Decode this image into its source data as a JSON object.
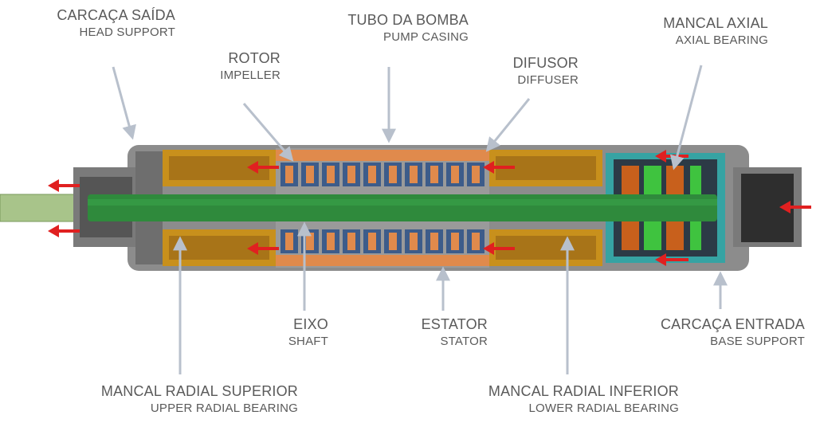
{
  "labels": {
    "head_support": {
      "pt": "CARCAÇA SAÍDA",
      "en": "HEAD SUPPORT"
    },
    "pump_casing": {
      "pt": "TUBO DA BOMBA",
      "en": "PUMP CASING"
    },
    "axial_bearing": {
      "pt": "MANCAL AXIAL",
      "en": "AXIAL BEARING"
    },
    "impeller": {
      "pt": "ROTOR",
      "en": "IMPELLER"
    },
    "diffuser": {
      "pt": "DIFUSOR",
      "en": "DIFFUSER"
    },
    "shaft": {
      "pt": "EIXO",
      "en": "SHAFT"
    },
    "stator": {
      "pt": "ESTATOR",
      "en": "STATOR"
    },
    "base_support": {
      "pt": "CARCAÇA ENTRADA",
      "en": "BASE SUPPORT"
    },
    "upper_radial_bearing": {
      "pt": "MANCAL RADIAL SUPERIOR",
      "en": "UPPER RADIAL BEARING"
    },
    "lower_radial_bearing": {
      "pt": "MANCAL RADIAL INFERIOR",
      "en": "LOWER RADIAL BEARING"
    }
  },
  "colors": {
    "housing": "#8c8c8c",
    "shaft": "#2f8a3c",
    "bearing": "#c8901c",
    "impeller": "#e08a4c",
    "diffuser": "#3d5c8a",
    "stator": "#e08a4c",
    "axial_bearing": "#36a3a3",
    "flow_arrow": "#e02020",
    "leader_line": "#b8c0cc",
    "label_text": "#5a5a5a"
  }
}
